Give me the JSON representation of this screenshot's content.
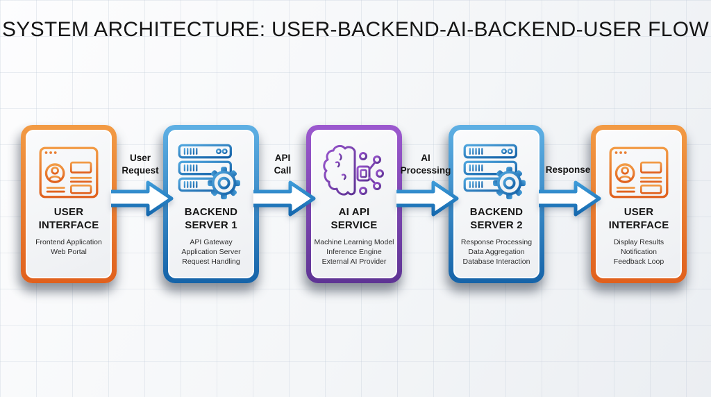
{
  "title": "SYSTEM ARCHITECTURE: USER-BACKEND-AI-BACKEND-USER FLOW",
  "colors": {
    "accent_orange": "#E8752B",
    "accent_blue": "#1D78BC",
    "accent_purple": "#7A43AE",
    "arrow_blue": "#1E7DC4",
    "title_text": "#151515"
  },
  "nodes": [
    {
      "id": "user-interface-start",
      "icon": "browser-user-icon",
      "accent": "orange",
      "title_lines": [
        "USER",
        "INTERFACE"
      ],
      "subtitle_lines": [
        "Frontend Application",
        "Web Portal"
      ]
    },
    {
      "id": "backend-server-1",
      "icon": "server-gear-icon",
      "accent": "blue",
      "title_lines": [
        "BACKEND",
        "SERVER 1"
      ],
      "subtitle_lines": [
        "API Gateway",
        "Application Server",
        "Request Handling"
      ]
    },
    {
      "id": "ai-api-service",
      "icon": "brain-circuit-icon",
      "accent": "purple",
      "title_lines": [
        "AI API",
        "SERVICE"
      ],
      "subtitle_lines": [
        "Machine Learning Model",
        "Inference Engine",
        "External AI Provider"
      ]
    },
    {
      "id": "backend-server-2",
      "icon": "server-gear-icon",
      "accent": "blue",
      "title_lines": [
        "BACKEND",
        "SERVER 2"
      ],
      "subtitle_lines": [
        "Response Processing",
        "Data Aggregation",
        "Database Interaction"
      ]
    },
    {
      "id": "user-interface-end",
      "icon": "browser-user-icon",
      "accent": "orange",
      "title_lines": [
        "USER",
        "INTERFACE"
      ],
      "subtitle_lines": [
        "Display Results",
        "Notification",
        "Feedback Loop"
      ]
    }
  ],
  "arrows": [
    {
      "id": "user-request",
      "label_lines": [
        "User",
        "Request"
      ]
    },
    {
      "id": "api-call",
      "label_lines": [
        "API",
        "Call"
      ]
    },
    {
      "id": "ai-processing",
      "label_lines": [
        "AI",
        "Processing"
      ]
    },
    {
      "id": "response",
      "label_lines": [
        "Response"
      ]
    }
  ]
}
